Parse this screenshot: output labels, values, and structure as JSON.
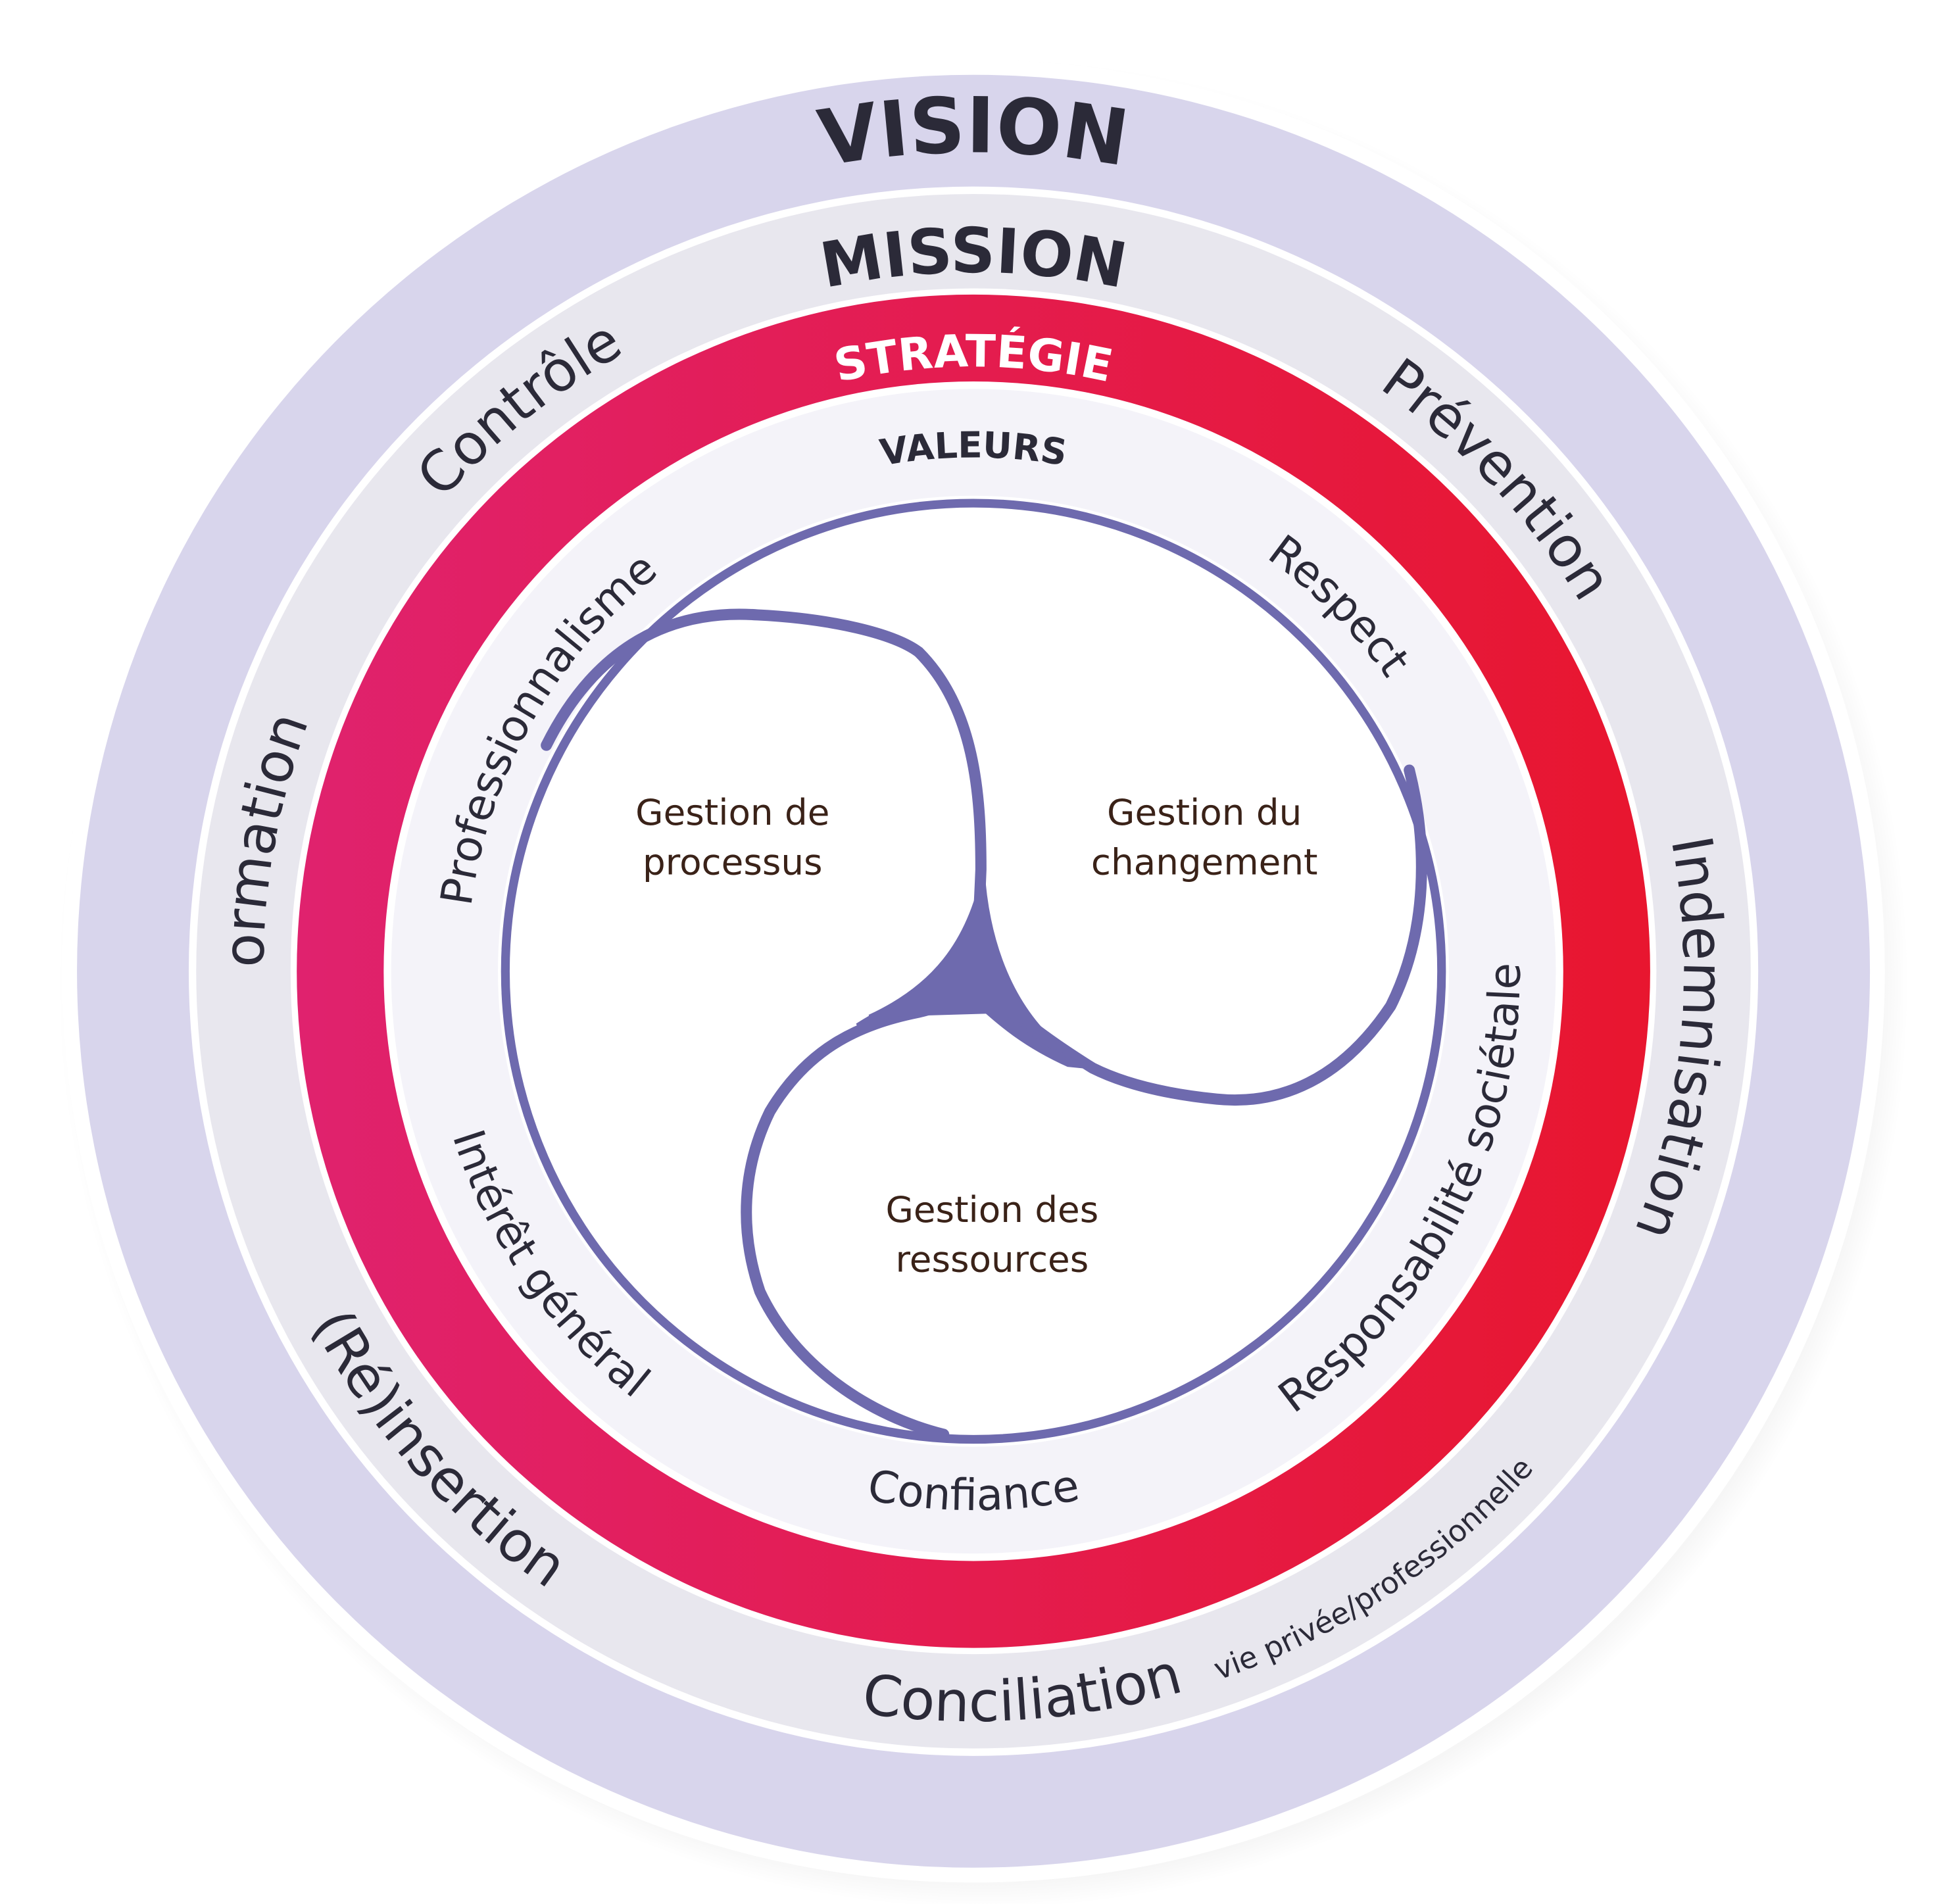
{
  "rings": {
    "vision": "VISION",
    "mission": "MISSION",
    "strategie": "STRATÉGIE",
    "valeurs": "VALEURS"
  },
  "mission_items": {
    "controle": "Contrôle",
    "prevention": "Prévention",
    "information": "Information",
    "indemnisation": "Indemnisation",
    "reinsertion": "(Ré)insertion",
    "conciliation": "Conciliation",
    "conciliation_detail": "vie privée/professionnelle"
  },
  "valeurs_items": {
    "professionnalisme": "Professionnalisme",
    "respect": "Respect",
    "responsabilite": "Responsabilité sociétale",
    "interet": "Intérêt général",
    "confiance": "Confiance"
  },
  "core": {
    "processus": [
      "Gestion de",
      "processus"
    ],
    "changement": [
      "Gestion du",
      "changement"
    ],
    "ressources": [
      "Gestion des",
      "ressources"
    ]
  },
  "colors": {
    "vision_ring": "#d8d5ec",
    "mission_ring": "#e8e7ee",
    "strategy_start": "#e0226e",
    "strategy_end": "#e8162f",
    "values_ring": "#f4f3f9",
    "triskelion": "#6e6aae"
  }
}
